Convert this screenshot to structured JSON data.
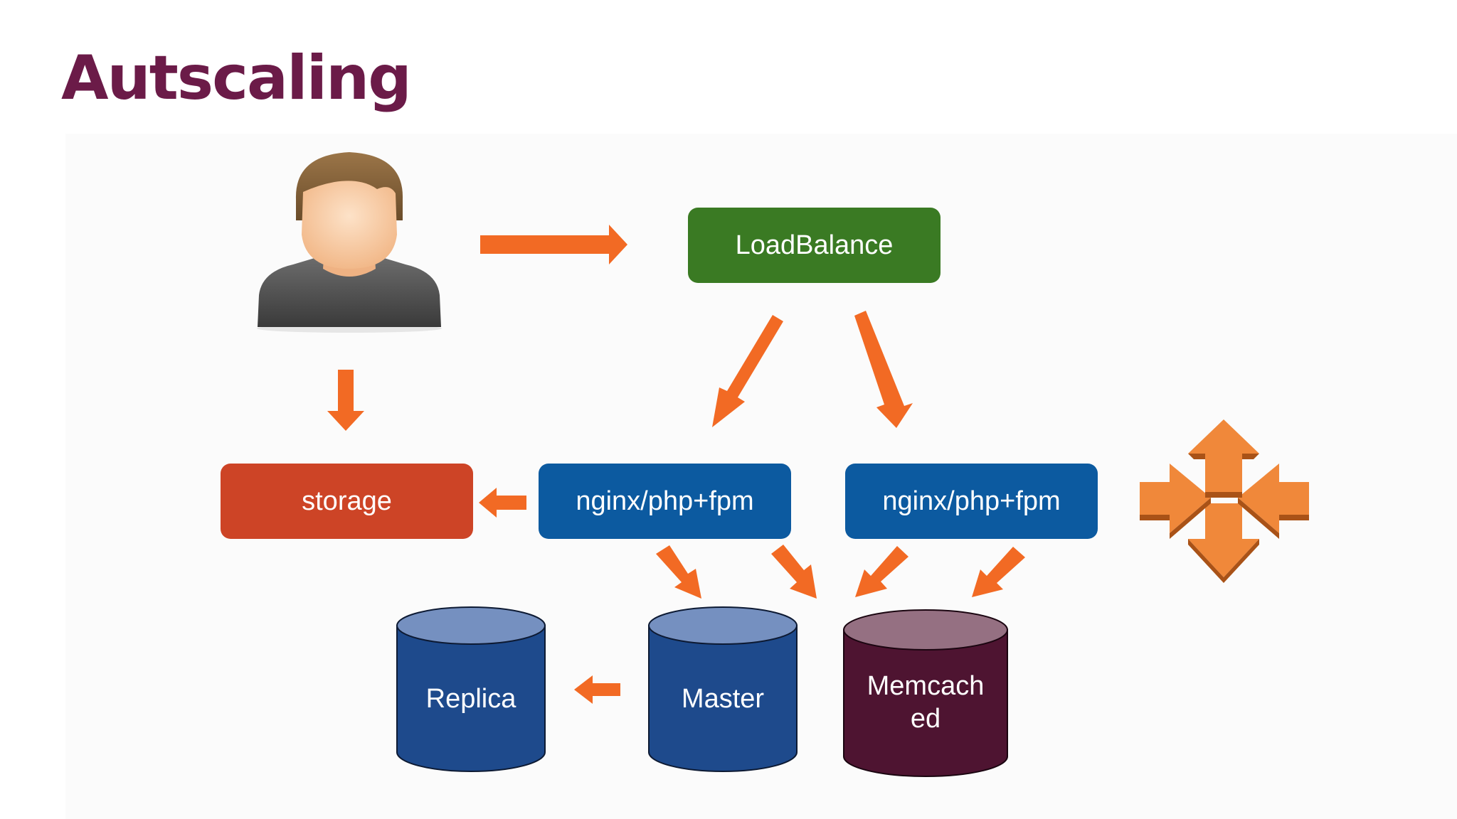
{
  "title": "Autscaling",
  "nodes": {
    "loadbalance": "LoadBalance",
    "storage": "storage",
    "nginx_1": "nginx/php+fpm",
    "nginx_2": "nginx/php+fpm"
  },
  "databases": {
    "replica": "Replica",
    "master": "Master",
    "memcached_line1": "Memcach",
    "memcached_line2": "ed"
  },
  "icons": {
    "user": "user-avatar-icon",
    "autoscaling": "autoscaling-arrows-icon"
  },
  "colors": {
    "title": "#6b1b48",
    "arrow": "#f26a24",
    "loadbalance": "#3a7a23",
    "storage": "#cd4426",
    "nginx": "#0c5aa0",
    "database_blue": "#1e4a8c",
    "memcached": "#4e1431",
    "autoscaling_icon": "#f0883a"
  }
}
